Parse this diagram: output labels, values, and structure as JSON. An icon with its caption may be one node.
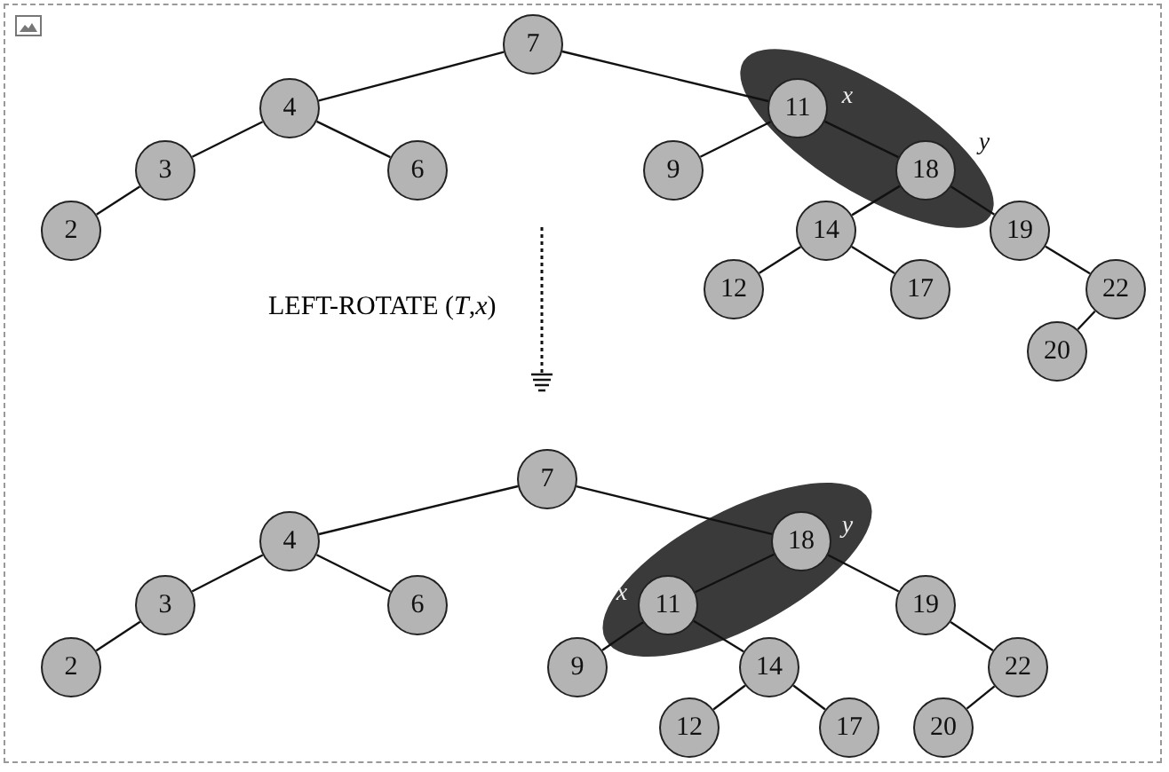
{
  "diagram": {
    "nodes": [
      {
        "text": [
          "7"
        ]
      },
      {
        "text": [
          "4"
        ]
      },
      {
        "text": [
          "11"
        ],
        "beside": [
          "x"
        ]
      },
      {
        "text": [
          "3"
        ]
      },
      {
        "text": [
          "6"
        ]
      },
      {
        "text": [
          "9"
        ]
      },
      {
        "text": [
          "18"
        ],
        "beside": [
          "y"
        ]
      },
      {
        "text": [
          "2"
        ]
      },
      {
        "text": [
          "14"
        ]
      },
      {
        "text": [
          "19"
        ]
      },
      {
        "text": [
          "12"
        ]
      },
      {
        "text": [
          "17"
        ]
      },
      {
        "text": [
          "22"
        ]
      },
      {
        "text": [
          "20"
        ]
      },
      {
        "text": [
          "7"
        ]
      },
      {
        "text": [
          "4"
        ]
      },
      {
        "text": [
          "18"
        ],
        "beside": [
          "y"
        ]
      },
      {
        "text": [
          "3"
        ]
      },
      {
        "text": [
          "6"
        ]
      },
      {
        "text": [
          "11"
        ],
        "beside": [
          "x"
        ]
      },
      {
        "text": [
          "19"
        ]
      },
      {
        "text": [
          "2"
        ]
      },
      {
        "text": [
          "9"
        ]
      },
      {
        "text": [
          "14"
        ]
      },
      {
        "text": [
          "22"
        ]
      },
      {
        "text": [
          "12"
        ]
      },
      {
        "text": [
          "17"
        ]
      },
      {
        "text": [
          "20"
        ]
      }
    ],
    "edges": [
      {
        "from": 0,
        "to": 1,
        "arrow": "none"
      },
      {
        "from": 0,
        "to": 2,
        "arrow": "none"
      },
      {
        "from": 1,
        "to": 3,
        "arrow": "none"
      },
      {
        "from": 1,
        "to": 4,
        "arrow": "none"
      },
      {
        "from": 3,
        "to": 7,
        "arrow": "none"
      },
      {
        "from": 2,
        "to": 5,
        "arrow": "none"
      },
      {
        "from": 2,
        "to": 6,
        "arrow": "none"
      },
      {
        "from": 6,
        "to": 8,
        "arrow": "none"
      },
      {
        "from": 6,
        "to": 9,
        "arrow": "none"
      },
      {
        "from": 8,
        "to": 10,
        "arrow": "none"
      },
      {
        "from": 8,
        "to": 11,
        "arrow": "none"
      },
      {
        "from": 9,
        "to": 12,
        "arrow": "none"
      },
      {
        "from": 12,
        "to": 13,
        "arrow": "none"
      },
      {
        "from": 14,
        "to": 15,
        "arrow": "none"
      },
      {
        "from": 14,
        "to": 16,
        "arrow": "none"
      },
      {
        "from": 15,
        "to": 17,
        "arrow": "none"
      },
      {
        "from": 15,
        "to": 18,
        "arrow": "none"
      },
      {
        "from": 17,
        "to": 21,
        "arrow": "none"
      },
      {
        "from": 16,
        "to": 19,
        "arrow": "none"
      },
      {
        "from": 16,
        "to": 20,
        "arrow": "none"
      },
      {
        "from": 19,
        "to": 22,
        "arrow": "none"
      },
      {
        "from": 19,
        "to": 23,
        "arrow": "none"
      },
      {
        "from": 23,
        "to": 25,
        "arrow": "none"
      },
      {
        "from": 23,
        "to": 26,
        "arrow": "none"
      },
      {
        "from": 20,
        "to": 24,
        "arrow": "none"
      },
      {
        "from": 24,
        "to": 27,
        "arrow": "none"
      }
    ],
    "labels": [
      "LEFT-ROTATE (*T*,*x*)"
    ]
  }
}
